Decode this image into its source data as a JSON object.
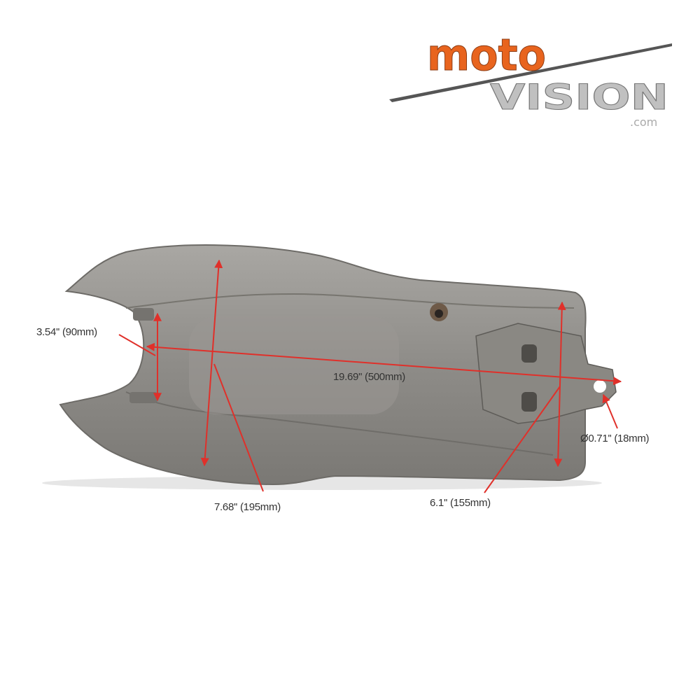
{
  "logo": {
    "part1": "moto",
    "part2": "vision",
    "suffix": ".com"
  },
  "dimensions": {
    "tunnel_width": "3.54'' (90mm)",
    "length": "19.69'' (500mm)",
    "front_height": "7.68'' (195mm)",
    "rear_height": "6.1'' (155mm)",
    "mount_hole": "Ø0.71'' (18mm)"
  },
  "colors": {
    "annotation": "#e0302a",
    "logo_orange": "#e8641e",
    "logo_gray": "#b9b9b9",
    "tank": "#8d8b87"
  }
}
